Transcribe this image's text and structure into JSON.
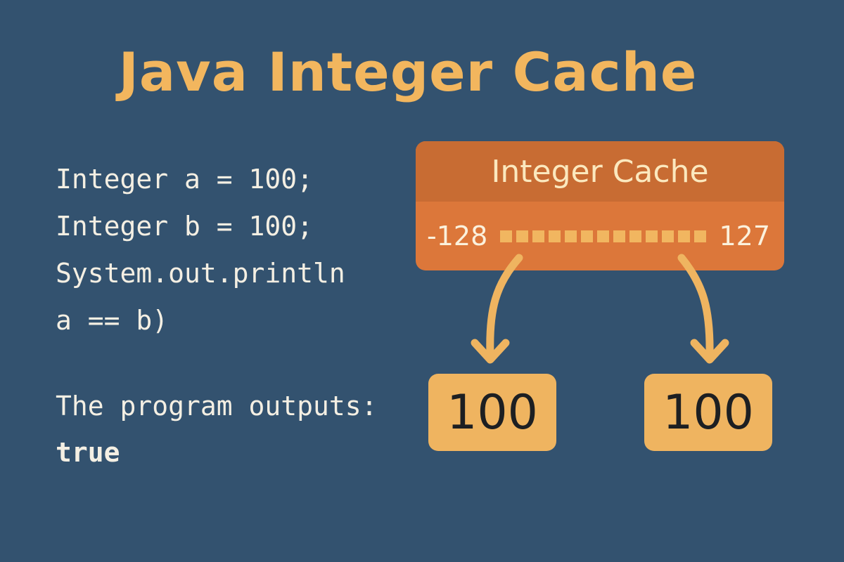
{
  "title": "Java Integer Cache",
  "code": {
    "lines": [
      "Integer a = 100;",
      "Integer b = 100;",
      "System.out.println",
      "a == b)"
    ]
  },
  "output": {
    "label": "The program outputs:",
    "value": "true"
  },
  "cache": {
    "title": "Integer Cache",
    "range_min": "-128",
    "range_max": "127",
    "square_count": 13
  },
  "values": [
    {
      "label": "100"
    },
    {
      "label": "100"
    }
  ],
  "colors": {
    "background": "#33526f",
    "title": "#f2b65e",
    "cache_header": "#c86c33",
    "cache_body": "#dc773a",
    "value_box": "#efb460",
    "arrow": "#efb460"
  }
}
